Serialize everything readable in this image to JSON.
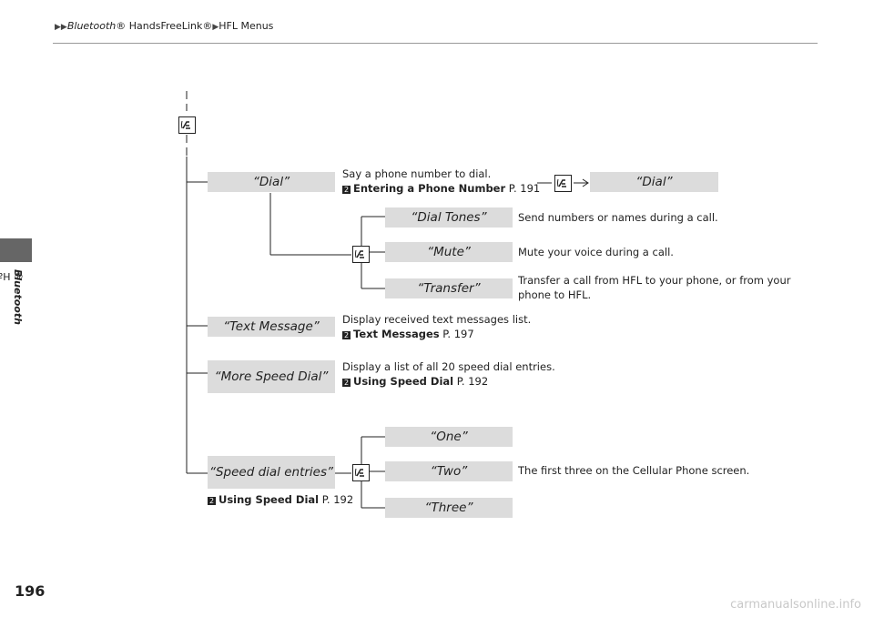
{
  "breadcrumb": {
    "part1_italic": "Bluetooth",
    "part1_rest": "® HandsFreeLink®",
    "part2": "HFL Menus"
  },
  "side_tab": {
    "label_italic": "Bluetooth",
    "label_rest": "® HandsFreeLink®"
  },
  "page_number": "196",
  "ref_glyph": "2",
  "commands": {
    "dial": "“Dial”",
    "dial_result": "“Dial”",
    "dial_tones": "“Dial Tones”",
    "mute": "“Mute”",
    "transfer": "“Transfer”",
    "text_message": "“Text Message”",
    "more_speed_dial": "“More Speed Dial”",
    "speed_dial_entries": "“Speed dial entries”",
    "one": "“One”",
    "two": "“Two”",
    "three": "“Three”"
  },
  "descriptions": {
    "dial": "Say a phone number to dial.",
    "dial_ref_title": "Entering a Phone Number",
    "dial_ref_page": " P. 191",
    "dial_tones": "Send numbers or names during a call.",
    "mute": "Mute your voice during a call.",
    "transfer": "Transfer a call from HFL to your phone, or from your phone to HFL.",
    "text_message": "Display received text messages list.",
    "text_message_ref_title": "Text Messages",
    "text_message_ref_page": " P. 197",
    "more_speed_dial": "Display a list of all 20 speed dial entries.",
    "more_speed_dial_ref_title": "Using Speed Dial",
    "more_speed_dial_ref_page": " P. 192",
    "speed_dial_entries_ref_title": "Using Speed Dial",
    "speed_dial_entries_ref_page": " P. 192",
    "one_two_three": "The first three on the Cellular Phone screen."
  },
  "watermark": "carmanualsonline.info"
}
